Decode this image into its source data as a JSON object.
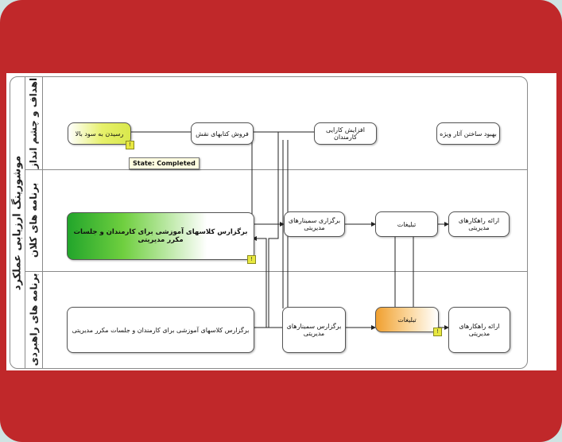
{
  "pool": {
    "title": "موشورینگ ارزیابی عملکرد"
  },
  "lanes": [
    {
      "label": "اهداف و چشم انداز"
    },
    {
      "label": "برنامه های کلان"
    },
    {
      "label": "برنامه های راهبردی"
    }
  ],
  "nodes": {
    "goal_rise": "رسیدن به سود بالا",
    "sales_increase": "فروش کتابهای نقش",
    "staff_efficiency": "افزایش کارایی کارمندان",
    "improve_special": "بهبود ساختن آثار ویژه",
    "training_classes_macro": "برگزارس کلاسهای آموزشی برای کارمندان و جلسات مکرر مدیریتی",
    "seminars_macro": "برگزاری سمینارهای مدیریتی",
    "ads_macro": "تبلیغات",
    "management_solutions_macro": "ارائه راهکارهای مدیریتی",
    "training_classes_strategic": "برگزارس کلاسهای آموزشی برای کارمندان و جلسات مکرر مدیریتی",
    "seminars_strategic": "برگزارس سمینارهای مدیریتی",
    "ads_strategic": "تبلیغات",
    "management_solutions_strategic": "ارائه راهکارهای مدیریتی"
  },
  "tooltip": {
    "text": "State: Completed"
  },
  "markers": {
    "symbol": "!"
  },
  "colors": {
    "frame": "#c0282a",
    "completed": "#d9e84c",
    "in_progress": "#22a52b",
    "pending": "#f0a030"
  }
}
